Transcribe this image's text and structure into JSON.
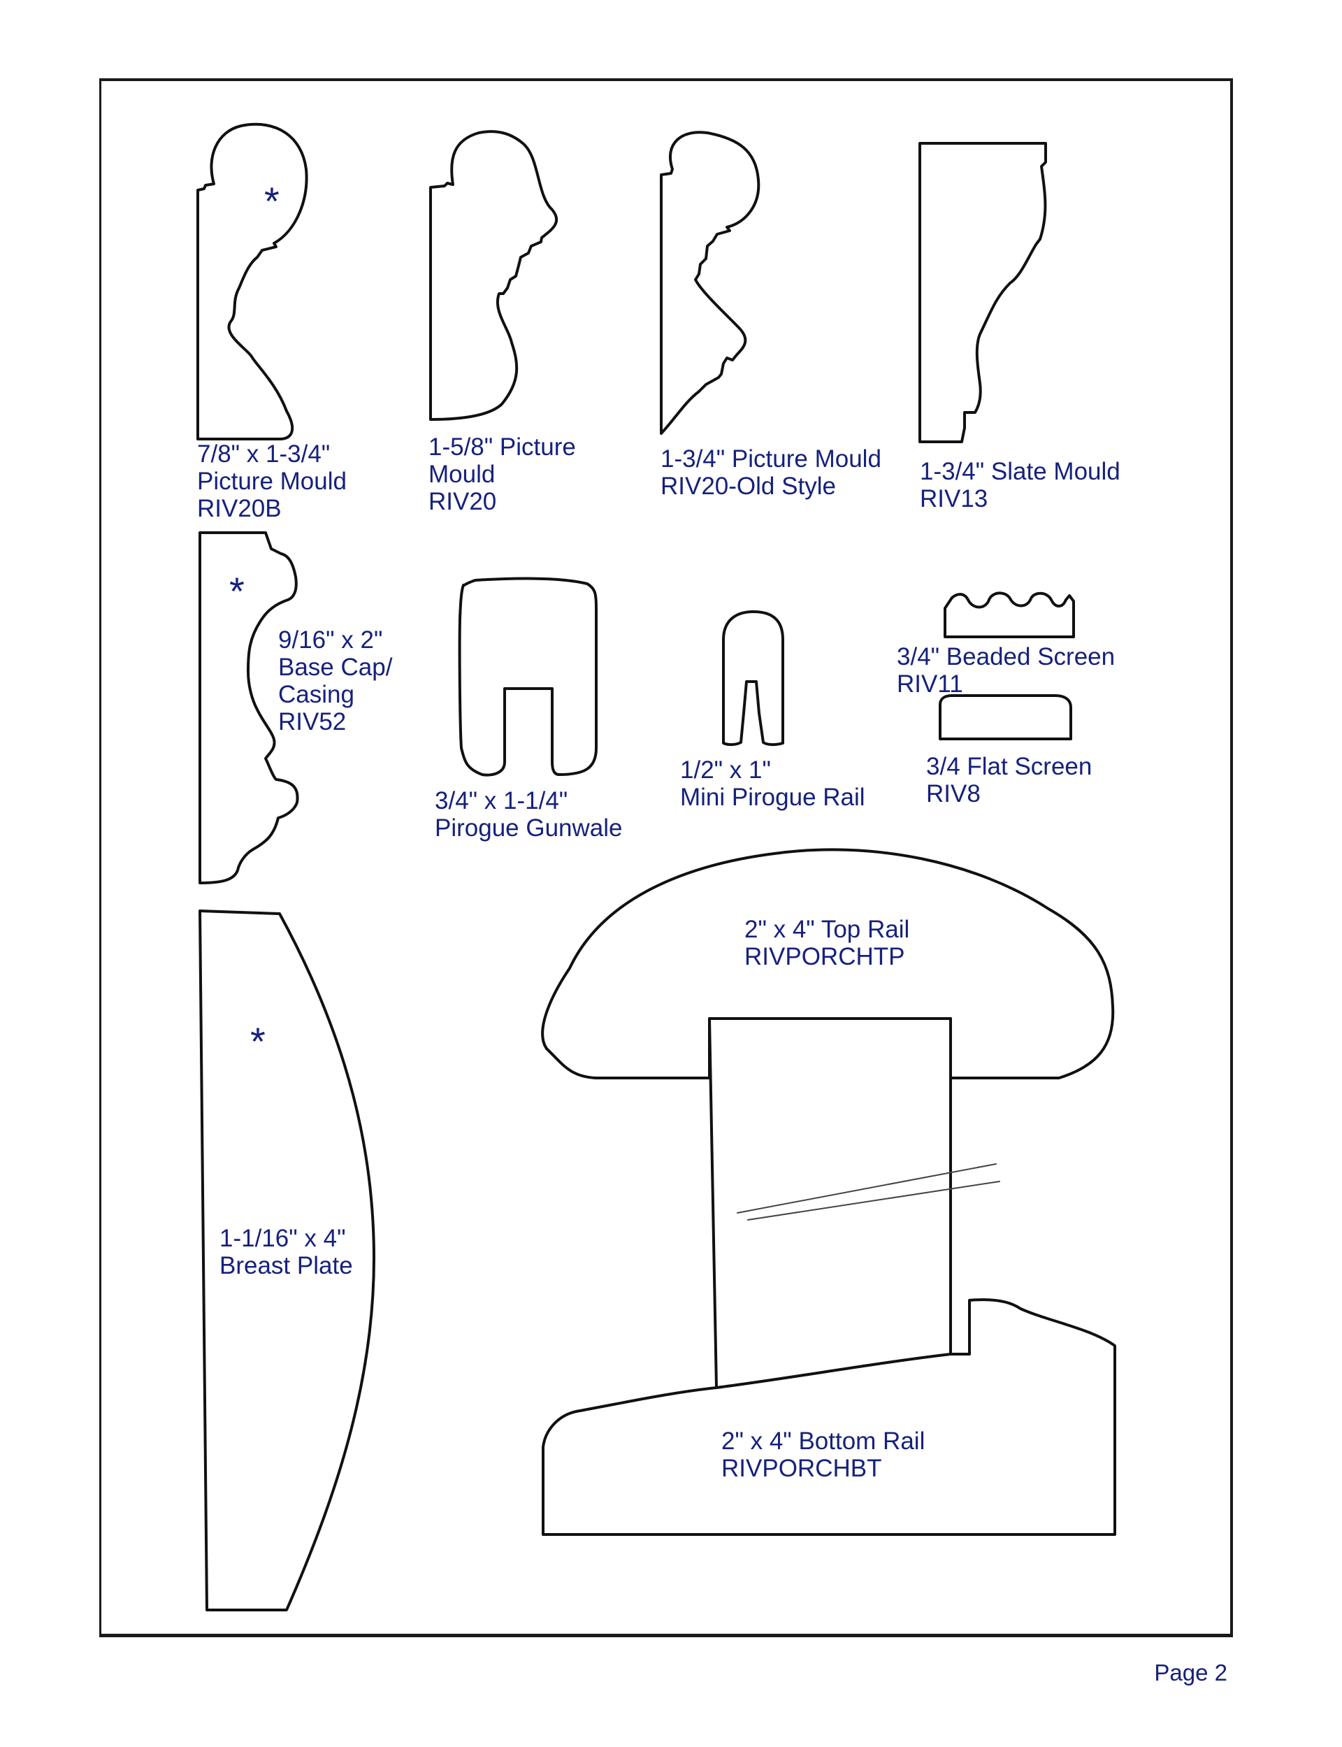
{
  "labels": {
    "riv20b": {
      "line1": "7/8\" x 1-3/4\"",
      "line2": "Picture Mould",
      "line3": "RIV20B"
    },
    "riv20": {
      "line1": "1-5/8\" Picture",
      "line2": "Mould",
      "line3": "RIV20"
    },
    "riv20_old": {
      "line1": "1-3/4\" Picture Mould",
      "line2": "RIV20-Old Style"
    },
    "riv13": {
      "line1": "1-3/4\" Slate Mould",
      "line2": "RIV13"
    },
    "riv52": {
      "line1": "9/16\" x 2\"",
      "line2": "Base Cap/",
      "line3": "Casing",
      "line4": "RIV52"
    },
    "gunwale": {
      "line1": "3/4\" x 1-1/4\"",
      "line2": "Pirogue Gunwale"
    },
    "mini_rail": {
      "line1": "1/2\" x 1\"",
      "line2": "Mini Pirogue Rail"
    },
    "riv11": {
      "line1": "3/4\" Beaded Screen",
      "line2": "RIV11"
    },
    "riv8": {
      "line1": "3/4 Flat Screen",
      "line2": "RIV8"
    },
    "top_rail": {
      "line1": "2\" x 4\" Top Rail",
      "line2": "RIVPORCHTP"
    },
    "breast_plate": {
      "line1": "1-1/16\" x 4\"",
      "line2": "Breast Plate"
    },
    "bottom_rail": {
      "line1": "2\" x 4\" Bottom Rail",
      "line2": "RIVPORCHBT"
    }
  },
  "markers": {
    "star": "*"
  },
  "page": {
    "number": "Page  2"
  },
  "colors": {
    "label_text": "#16217c",
    "outline": "#111111"
  }
}
